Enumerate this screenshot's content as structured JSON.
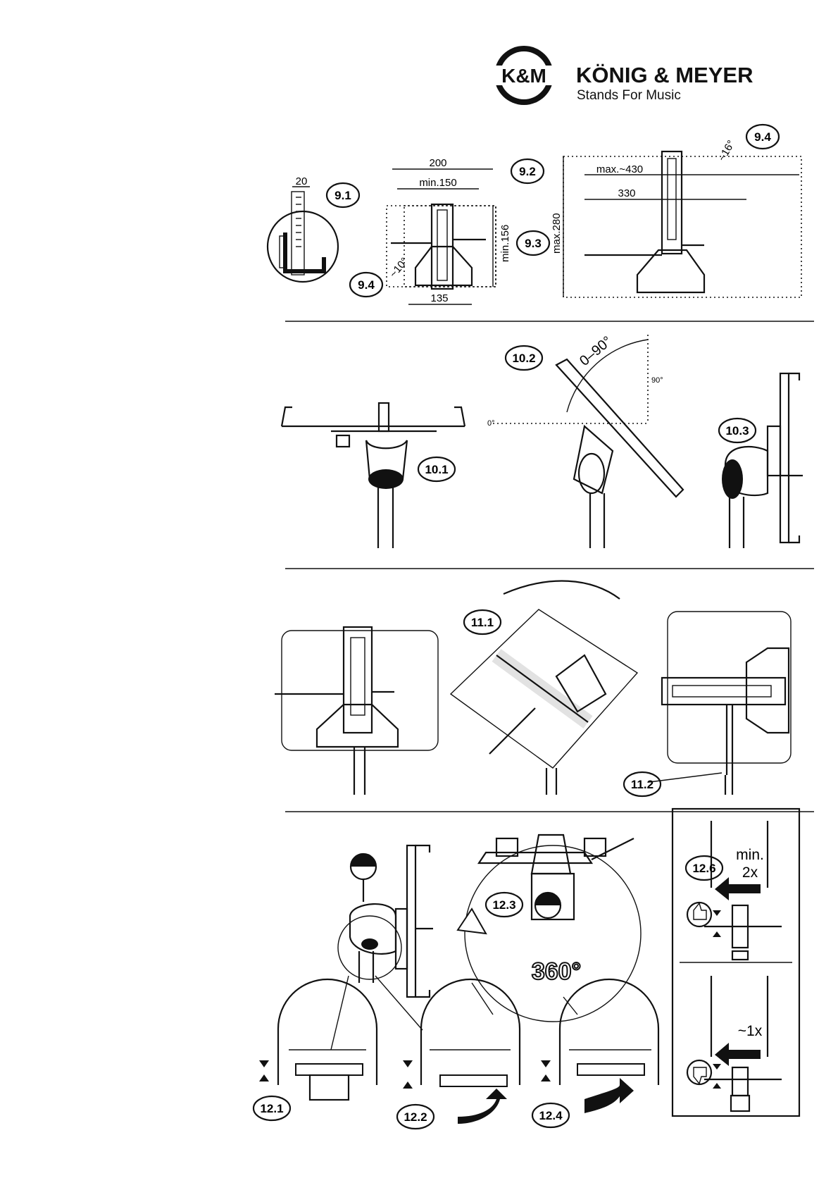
{
  "brand": {
    "logo_mark": "K&M",
    "name": "KÖNIG & MEYER",
    "tagline": "Stands For Music"
  },
  "steps": {
    "s9_1": "9.1",
    "s9_2": "9.2",
    "s9_3": "9.3",
    "s9_4a": "9.4",
    "s9_4b": "9.4",
    "s10_1": "10.1",
    "s10_2": "10.2",
    "s10_3": "10.3",
    "s11_1": "11.1",
    "s11_2": "11.2",
    "s12_1": "12.1",
    "s12_2": "12.2",
    "s12_3": "12.3",
    "s12_4": "12.4",
    "s12_6": "12.6"
  },
  "dimensions": {
    "d20": "20",
    "d200": "200",
    "min150": "min.150",
    "min156": "min.156",
    "d135": "135",
    "ang10": "~10°",
    "ang16": "~16°",
    "max430": "max.~430",
    "d330": "330",
    "max280": "max.280",
    "rot090": "0–90°",
    "deg0": "0°",
    "deg90": "90°",
    "deg360": "360°"
  },
  "torque": {
    "min_label": "min.",
    "times2": "2x",
    "times1": "~1x"
  },
  "icons": [
    "knm-logo-icon",
    "thumbs-up-icon",
    "thumbs-down-icon",
    "screwdriver-icon",
    "rotate-arrow-icon"
  ]
}
